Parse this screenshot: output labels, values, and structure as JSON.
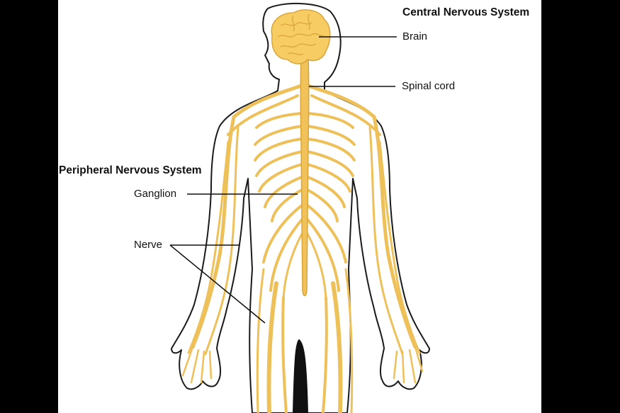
{
  "diagram": {
    "headings": {
      "cns": "Central Nervous System",
      "pns": "Peripheral Nervous System"
    },
    "callouts": {
      "brain": "Brain",
      "spinal_cord": "Spinal cord",
      "ganglion": "Ganglion",
      "nerve": "Nerve"
    },
    "colors": {
      "nerve_fill": "#f0c259",
      "nerve_stroke": "#d9a53a",
      "brain_fill": "#f7cd63",
      "outline": "#1a1a1a",
      "background": "#ffffff",
      "side_bars": "#000000"
    }
  }
}
